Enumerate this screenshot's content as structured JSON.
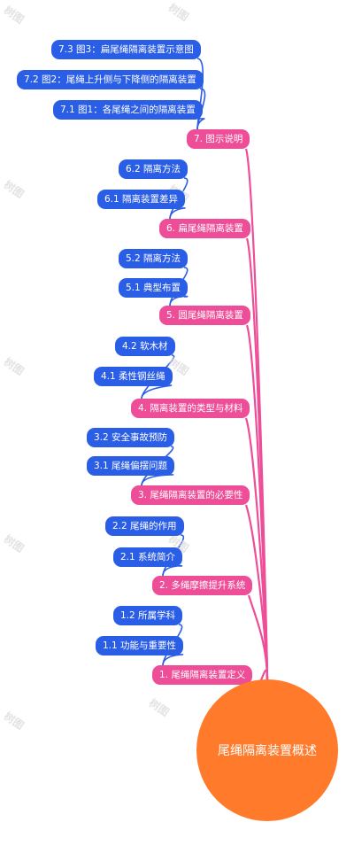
{
  "root": {
    "label": "尾绳隔离装置概述"
  },
  "branches": [
    {
      "label": "7. 图示说明",
      "children": [
        {
          "label": "7.3 图3：扁尾绳隔离装置示意图"
        },
        {
          "label": "7.2 图2：尾绳上升侧与下降侧的隔离装置"
        },
        {
          "label": "7.1 图1：各尾绳之间的隔离装置"
        }
      ]
    },
    {
      "label": "6. 扁尾绳隔离装置",
      "children": [
        {
          "label": "6.2 隔离方法"
        },
        {
          "label": "6.1 隔离装置差异"
        }
      ]
    },
    {
      "label": "5. 圆尾绳隔离装置",
      "children": [
        {
          "label": "5.2 隔离方法"
        },
        {
          "label": "5.1 典型布置"
        }
      ]
    },
    {
      "label": "4. 隔离装置的类型与材料",
      "children": [
        {
          "label": "4.2 软木材"
        },
        {
          "label": "4.1 柔性钢丝绳"
        }
      ]
    },
    {
      "label": "3. 尾绳隔离装置的必要性",
      "children": [
        {
          "label": "3.2 安全事故预防"
        },
        {
          "label": "3.1 尾绳偏摆问题"
        }
      ]
    },
    {
      "label": "2. 多绳摩擦提升系统",
      "children": [
        {
          "label": "2.2 尾绳的作用"
        },
        {
          "label": "2.1 系统简介"
        }
      ]
    },
    {
      "label": "1. 尾绳隔离装置定义",
      "children": [
        {
          "label": "1.2 所属学科"
        },
        {
          "label": "1.1 功能与重要性"
        }
      ]
    }
  ],
  "colors": {
    "root": "#ff7a2b",
    "branch": "#ee4d97",
    "leaf": "#2b5ee6",
    "branch_link": "#ee4d97",
    "leaf_link": "#2b5ee6"
  },
  "watermark": "树图"
}
